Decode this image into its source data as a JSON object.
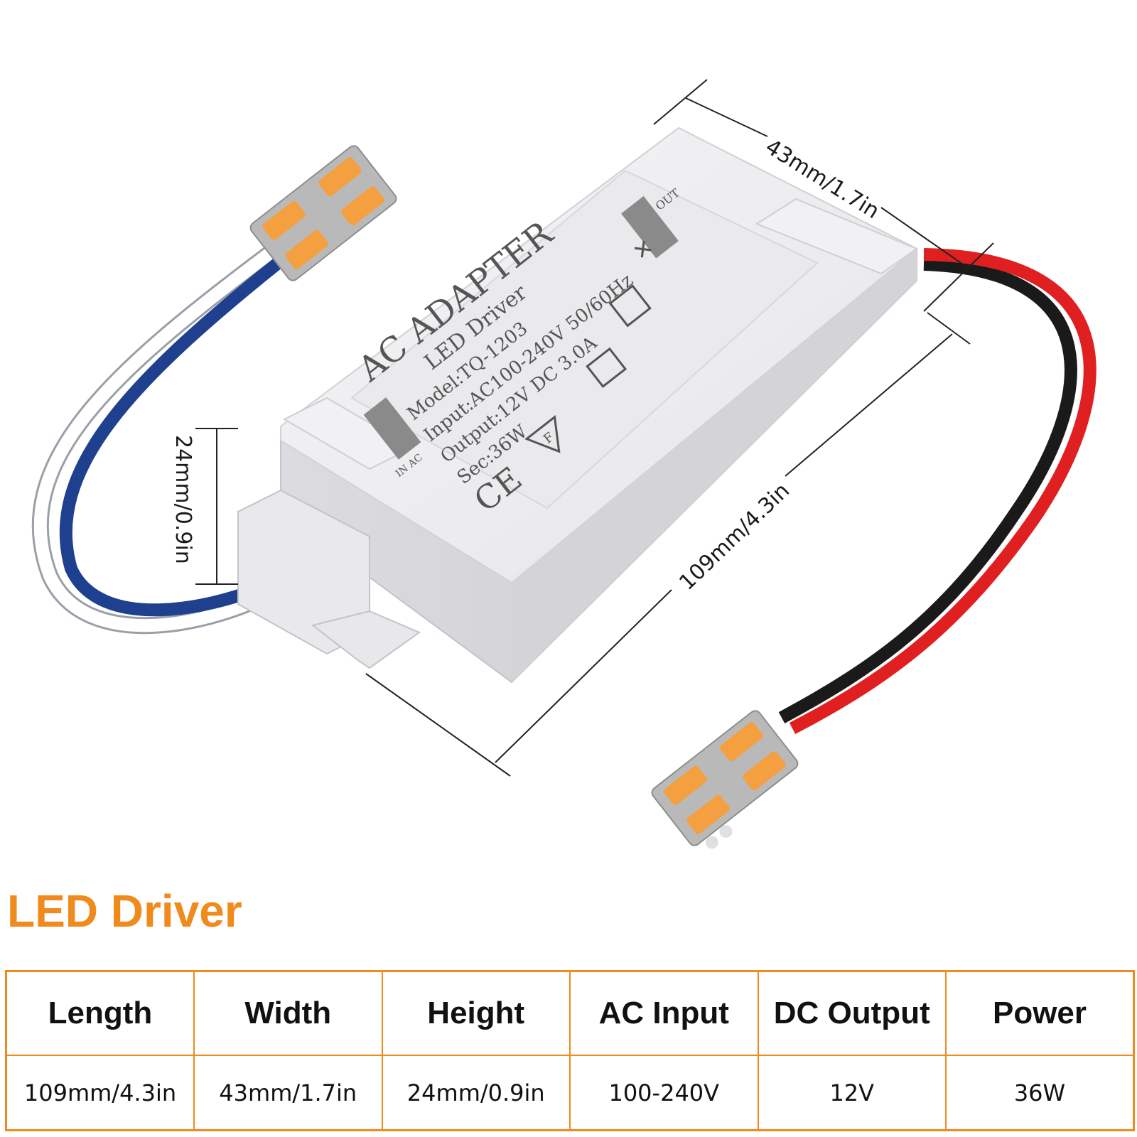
{
  "diagram": {
    "dim_width": "43mm/1.7in",
    "dim_height": "24mm/0.9in",
    "dim_length": "109mm/4.3in",
    "label_title": "AC  ADAPTER",
    "label_subtitle": "LED Driver",
    "label_model": "Model:TQ-1203",
    "label_input": "Input:AC100-240V 50/60Hz",
    "label_output": "Output:12V  DC 3.0A",
    "label_sec": "Sec:36W",
    "label_in_ac": "IN AC",
    "label_out": "OUT",
    "label_ce": "CE",
    "label_f": "F"
  },
  "section_title": "LED Driver",
  "spec_table": {
    "headers": [
      "Length",
      "Width",
      "Height",
      "AC Input",
      "DC Output",
      "Power"
    ],
    "values": [
      "109mm/4.3in",
      "43mm/1.7in",
      "24mm/0.9in",
      "100-240V",
      "12V",
      "36W"
    ]
  },
  "colors": {
    "accent": "#f08a1c",
    "wire_red": "#e02020",
    "wire_black": "#1a1a1a",
    "wire_blue": "#1f3f8f",
    "connector_orange": "#f5a040",
    "connector_gray": "#b9b9b9"
  }
}
